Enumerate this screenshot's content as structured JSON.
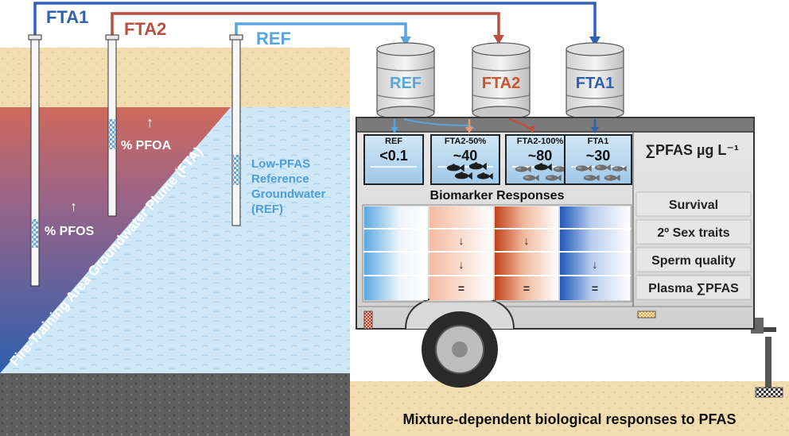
{
  "wells": {
    "fta1": "FTA1",
    "fta2": "FTA2",
    "ref": "REF"
  },
  "barrels": {
    "ref": "REF",
    "fta2": "FTA2",
    "fta1": "FTA1"
  },
  "ground": {
    "plume_label": "Fire-Training Area Groundwater Plume (FTA)",
    "pfoa_label": "% PFOA",
    "pfos_label": "% PFOS",
    "arrow_up": "↑",
    "ref_water_lines": [
      "Low-PFAS",
      "Reference",
      "Groundwater",
      "(REF)"
    ]
  },
  "tanks": [
    {
      "name": "REF",
      "value": "<0.1"
    },
    {
      "name": "FTA2-50%",
      "value": "~40"
    },
    {
      "name": "FTA2-100%",
      "value": "~80"
    },
    {
      "name": "FTA1",
      "value": "~30"
    }
  ],
  "concentration_header": "∑PFAS µg L⁻¹",
  "biomarker_header": "Biomarker Responses",
  "endpoints": [
    "Survival",
    "2º Sex traits",
    "Sperm quality",
    "Plasma ∑PFAS"
  ],
  "responses": [
    [
      "",
      "",
      "",
      ""
    ],
    [
      "",
      "↓",
      "↓",
      ""
    ],
    [
      "",
      "↓",
      "",
      "↓"
    ],
    [
      "",
      "=",
      "=",
      "="
    ]
  ],
  "colors": {
    "fta1": "#2e62b0",
    "fta2": "#b9513f",
    "ref": "#57a6df"
  },
  "caption": "Mixture-dependent biological responses to PFAS"
}
